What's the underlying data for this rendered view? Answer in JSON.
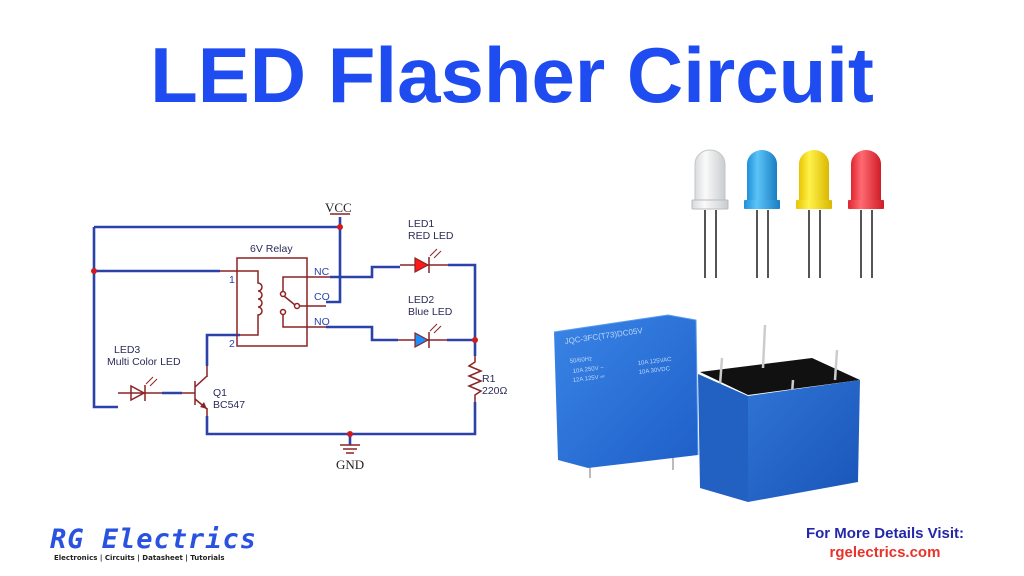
{
  "title": "LED Flasher Circuit",
  "schematic": {
    "vcc_label": "VCC",
    "gnd_label": "GND",
    "relay_label": "6V Relay",
    "relay_pin1": "1",
    "relay_pin2": "2",
    "relay_nc": "NC",
    "relay_co": "CO",
    "relay_no": "NO",
    "led1_name": "LED1",
    "led1_desc": "RED LED",
    "led2_name": "LED2",
    "led2_desc": "Blue LED",
    "led3_name": "LED3",
    "led3_desc": "Multi Color LED",
    "q1_name": "Q1",
    "q1_part": "BC547",
    "r1_name": "R1",
    "r1_value": "220Ω",
    "colors": {
      "wire": "#2b43a8",
      "component": "#8b2323",
      "junction": "#d01c1c",
      "led1_fill": "#ff1a1a",
      "led2_fill": "#1e8fff"
    }
  },
  "relay_photo": {
    "model_text": "JQC-3FC(T73)DC05V",
    "freq_text": "50/60Hz",
    "rating_line1_left": "10A 250V ~",
    "rating_line2_left": "12A 125V ═",
    "rating_line1_right": "10A 125VAC",
    "rating_line2_right": "10A 30VDC",
    "color": "#2a6fd6"
  },
  "leds_photo": [
    {
      "color_name": "white",
      "color": "#eef0f2"
    },
    {
      "color_name": "blue",
      "color": "#2aa6ec"
    },
    {
      "color_name": "yellow",
      "color": "#f7d81a"
    },
    {
      "color_name": "red",
      "color": "#f23a45"
    }
  ],
  "footer": {
    "logo_text": "RG Electrics",
    "logo_tagline": "Electronics | Circuits | Datasheet | Tutorials",
    "visit_label": "For More Details Visit:",
    "visit_url": "rgelectrics.com"
  }
}
